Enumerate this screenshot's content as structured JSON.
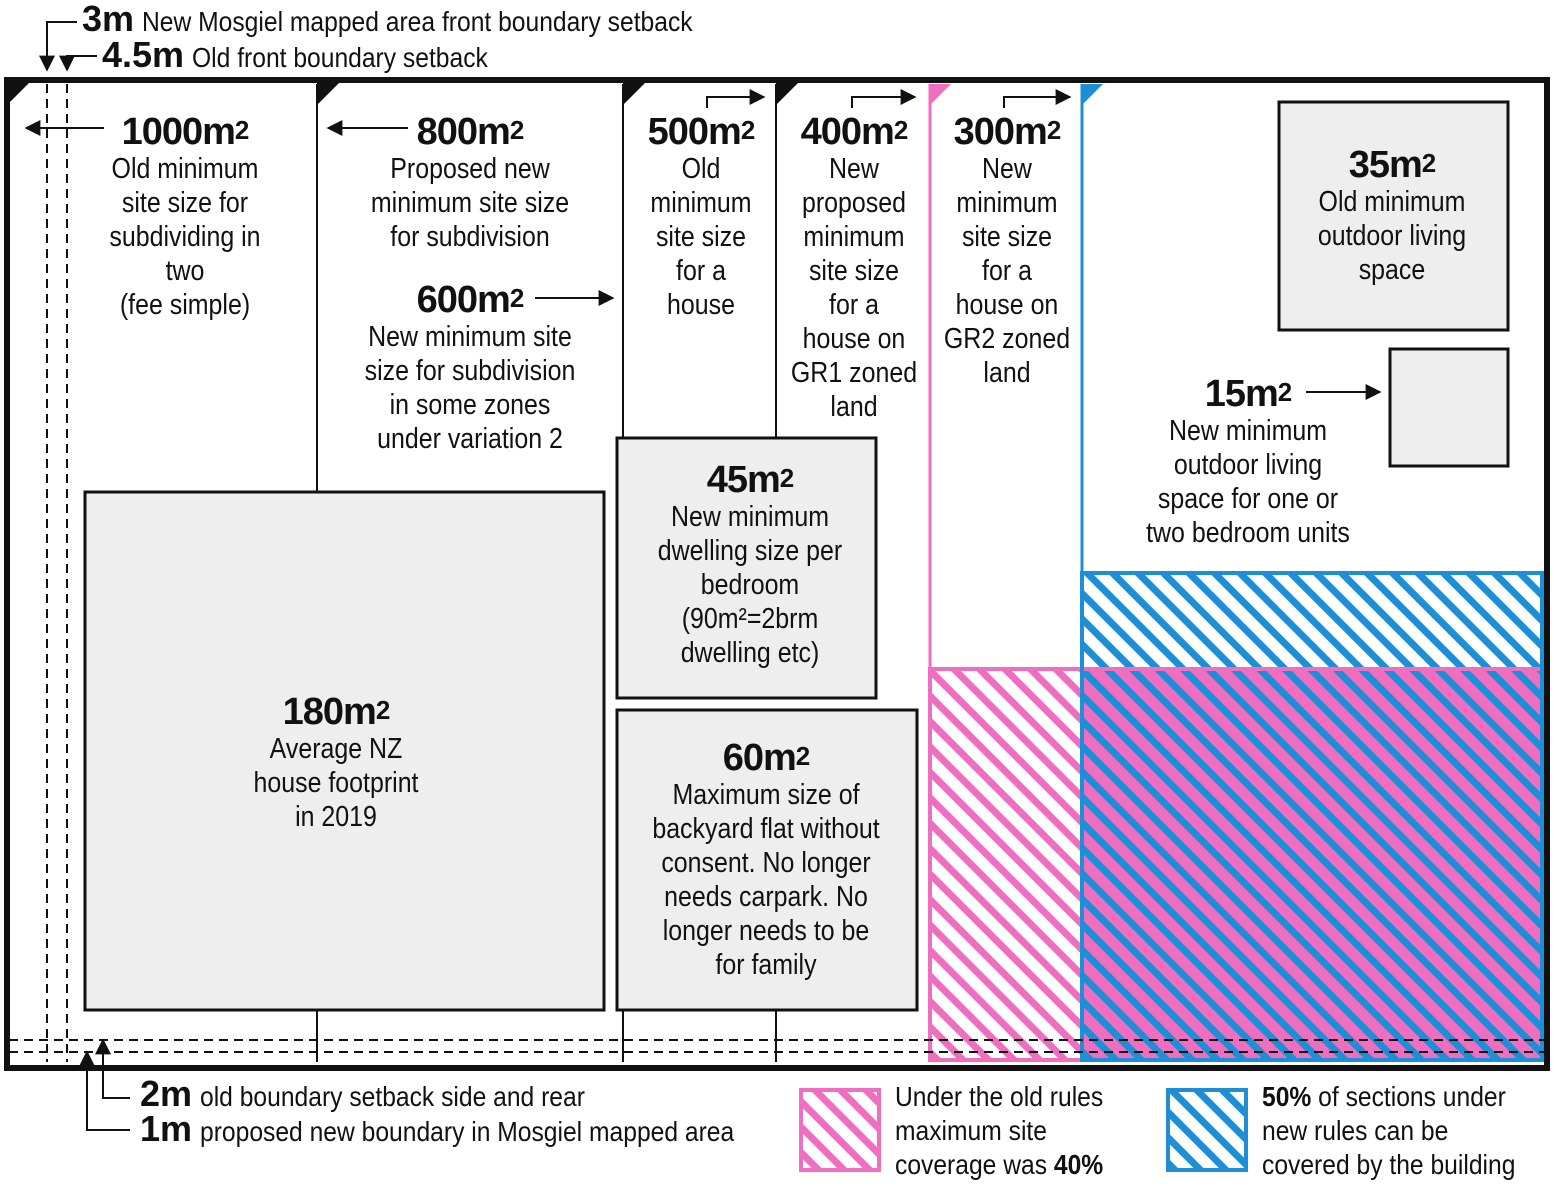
{
  "top_notes": {
    "mosgiel_front": {
      "value": "3m",
      "text": "New Mosgiel mapped area front boundary setback"
    },
    "old_front": {
      "value": "4.5m",
      "text": "Old front boundary setback"
    }
  },
  "bottom_notes": {
    "old_side": {
      "value": "2m",
      "text": "old boundary setback side and rear"
    },
    "mosgiel_side": {
      "value": "1m",
      "text": "proposed new boundary in Mosgiel mapped area"
    }
  },
  "plots": {
    "p1000": {
      "area": "1000m",
      "desc": [
        "Old minimum",
        "site size for",
        "subdividing in",
        "two",
        "(fee simple)"
      ]
    },
    "p800": {
      "area": "800m",
      "desc": [
        "Proposed new",
        "minimum site size",
        "for subdivision"
      ]
    },
    "p600": {
      "area": "600m",
      "desc": [
        "New minimum site",
        "size for subdivision",
        "in some zones",
        "under variation 2"
      ]
    },
    "p500": {
      "area": "500m",
      "desc": [
        "Old",
        "minimum",
        "site size",
        "for a",
        "house"
      ]
    },
    "p400": {
      "area": "400m",
      "desc": [
        "New",
        "proposed",
        "minimum",
        "site size",
        "for a",
        "house on",
        "GR1 zoned",
        "land"
      ]
    },
    "p300": {
      "area": "300m",
      "desc": [
        "New",
        "minimum",
        "site size",
        "for a",
        "house on",
        "GR2 zoned",
        "land"
      ]
    },
    "p35": {
      "area": "35m",
      "desc": [
        "Old minimum",
        "outdoor living",
        "space"
      ]
    },
    "p15": {
      "area": "15m",
      "desc": [
        "New minimum",
        "outdoor living",
        "space for one or",
        "two bedroom units"
      ]
    },
    "p180": {
      "area": "180m",
      "desc": [
        "Average NZ",
        "house footprint",
        "in 2019"
      ]
    },
    "p45": {
      "area": "45m",
      "desc": [
        "New minimum",
        "dwelling size per",
        "bedroom",
        "(90m²=2brm",
        "dwelling etc)"
      ]
    },
    "p60": {
      "area": "60m",
      "desc": [
        "Maximum size of",
        "backyard flat without",
        "consent. No longer",
        "needs carpark. No",
        "longer needs to be",
        "for family"
      ]
    }
  },
  "superscript": "2",
  "legend": {
    "old_rules": {
      "lines": [
        "Under the old rules",
        "maximum site",
        "coverage was"
      ],
      "bold": "40%",
      "color": "#f06ec0"
    },
    "new_rules": {
      "bold": "50%",
      "lines": [
        "of sections under",
        "new rules can be",
        "covered by the building"
      ],
      "color": "#1c8fd6"
    }
  },
  "colors": {
    "box_fill": "#eeeeee",
    "outline": "#111111",
    "pink": "#f06ec0",
    "blue": "#1c8fd6"
  }
}
